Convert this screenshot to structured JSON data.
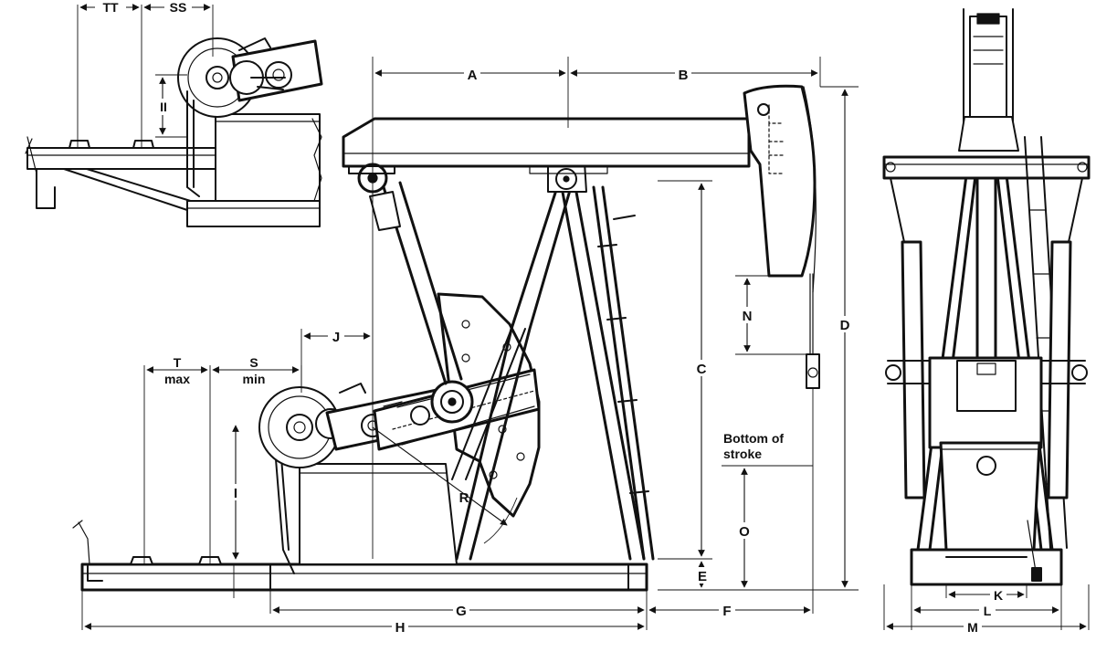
{
  "labels": {
    "A": "A",
    "B": "B",
    "C": "C",
    "D": "D",
    "E": "E",
    "F": "F",
    "G": "G",
    "H": "H",
    "I": "I",
    "II": "II",
    "J": "J",
    "K": "K",
    "L": "L",
    "M": "M",
    "N": "N",
    "O": "O",
    "R": "R",
    "S": "S",
    "min": "min",
    "SS": "SS",
    "T": "T",
    "max": "max",
    "TT": "TT",
    "bottom_of_stroke_line1": "Bottom of",
    "bottom_of_stroke_line2": "stroke"
  },
  "colors": {
    "ink": "#111111",
    "paper": "#ffffff",
    "shade": "#e6e6e6"
  }
}
